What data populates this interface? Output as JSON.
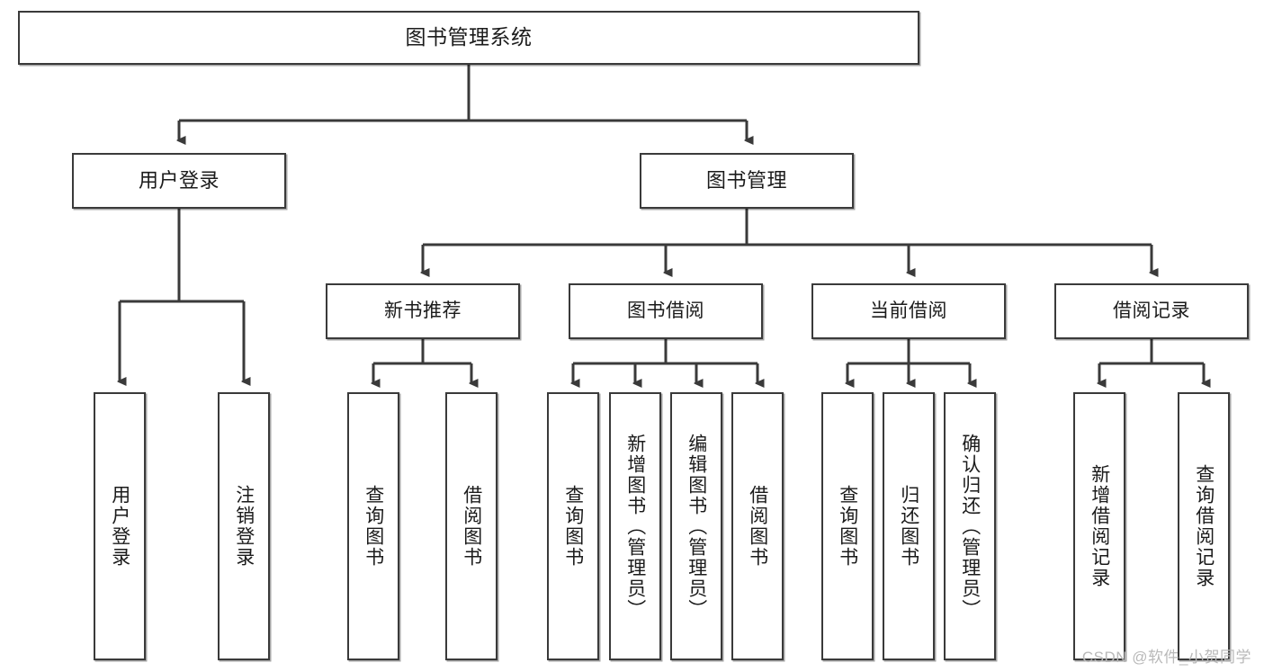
{
  "diagram": {
    "title_node": {
      "label": "图书管理系统"
    },
    "level2": [
      {
        "id": "user-login",
        "label": "用户登录"
      },
      {
        "id": "book-manage",
        "label": "图书管理"
      }
    ],
    "level3": [
      {
        "id": "new-book-recommend",
        "label": "新书推荐"
      },
      {
        "id": "book-borrow",
        "label": "图书借阅"
      },
      {
        "id": "current-borrow",
        "label": "当前借阅"
      },
      {
        "id": "borrow-record",
        "label": "借阅记录"
      }
    ],
    "leaves": [
      {
        "id": "leaf-user-login",
        "label": "用户登录"
      },
      {
        "id": "leaf-logout-login",
        "label": "注销登录"
      },
      {
        "id": "leaf-query-book-1",
        "label": "查询图书"
      },
      {
        "id": "leaf-borrow-book-1",
        "label": "借阅图书"
      },
      {
        "id": "leaf-query-book-2",
        "label": "查询图书"
      },
      {
        "id": "leaf-add-book-admin",
        "label": "新增图书（管理员）"
      },
      {
        "id": "leaf-edit-book-admin",
        "label": "编辑图书（管理员）"
      },
      {
        "id": "leaf-borrow-book-2",
        "label": "借阅图书"
      },
      {
        "id": "leaf-query-book-3",
        "label": "查询图书"
      },
      {
        "id": "leaf-return-book",
        "label": "归还图书"
      },
      {
        "id": "leaf-confirm-return",
        "label": "确认归还（管理员）"
      },
      {
        "id": "leaf-add-borrow-record",
        "label": "新增借阅记录"
      },
      {
        "id": "leaf-query-borrow-record",
        "label": "查询借阅记录"
      }
    ],
    "watermark": "CSDN @软件_小贺同学",
    "colors": {
      "box_border": "#3a3a3a",
      "box_fill": "#ffffff",
      "connector": "#3a3a3a",
      "text": "#1b1b1b",
      "watermark": "#b9b9b9",
      "background": "#ffffff"
    }
  }
}
